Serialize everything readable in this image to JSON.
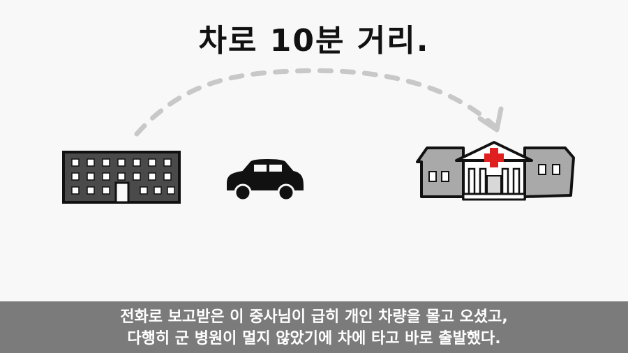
{
  "headline": "차로 10분 거리.",
  "illustration": {
    "origin": "apartment-building-icon",
    "vehicle": "car-icon",
    "destination": "hospital-icon",
    "route": "dashed-arc-arrow",
    "cross_color": "#e02020",
    "building_color": "#4a4a4a",
    "hospital_color": "#a9a9a9"
  },
  "caption": {
    "line1": "전화로 보고받은 이 중사님이 급히 개인 차량을 몰고 오셨고,",
    "line2": "다행히 군 병원이 멀지 않았기에 차에 타고 바로 출발했다."
  }
}
